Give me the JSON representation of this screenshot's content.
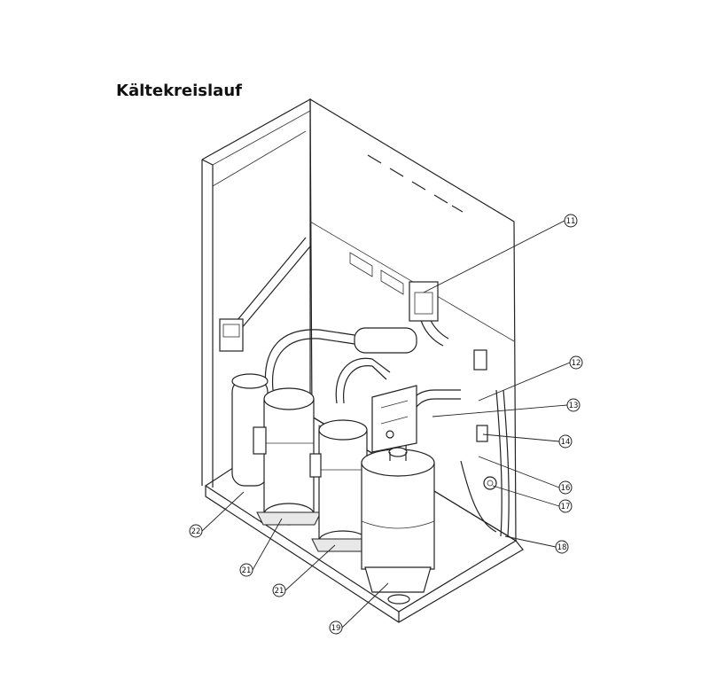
{
  "title": "Kältekreislauf",
  "callouts": {
    "c11": "11",
    "c12": "12",
    "c13": "13",
    "c14": "14",
    "c16": "16",
    "c17": "17",
    "c18": "18",
    "c19": "19",
    "c21a": "21",
    "c21b": "21",
    "c22": "22"
  }
}
